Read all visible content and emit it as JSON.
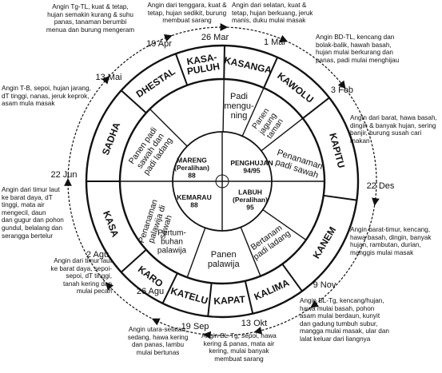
{
  "sectors": [
    {
      "key": "kasa",
      "text": "KASA"
    },
    {
      "key": "karo",
      "text": "KARO"
    },
    {
      "key": "katelu",
      "text": "KATELU"
    },
    {
      "key": "kapat",
      "text": "KAPAT"
    },
    {
      "key": "kalima",
      "text": "KALIMA"
    },
    {
      "key": "kanem",
      "text": "KANEM"
    },
    {
      "key": "kapitu",
      "text": "KAPITU"
    },
    {
      "key": "kawolu",
      "text": "KAWOLU"
    },
    {
      "key": "kasanga",
      "text": "KASANGA"
    },
    {
      "key": "kasapuluh",
      "text": "KASA-\nPULUH"
    },
    {
      "key": "dhestal",
      "text": "DHESTAL"
    },
    {
      "key": "sadha",
      "text": "SADHA"
    }
  ],
  "dates": [
    {
      "key": "d22jun",
      "text": "22 Jun"
    },
    {
      "key": "d2agu",
      "text": "2 Agu"
    },
    {
      "key": "d26agu",
      "text": "26 Agu"
    },
    {
      "key": "d19sep",
      "text": "19 Sep"
    },
    {
      "key": "d13okt",
      "text": "13 Okt"
    },
    {
      "key": "d9nov",
      "text": "9 Nov"
    },
    {
      "key": "d22des",
      "text": "22 Des"
    },
    {
      "key": "d3feb",
      "text": "3 Feb"
    },
    {
      "key": "d1mar",
      "text": "1 Mar"
    },
    {
      "key": "d26mar",
      "text": "26 Mar"
    },
    {
      "key": "d19apr",
      "text": "19 Apr"
    },
    {
      "key": "d13mai",
      "text": "13 Mai"
    }
  ],
  "activities": [
    {
      "key": "padi_menguning",
      "text": "Padi\nmengu-\nning"
    },
    {
      "key": "panen_jagung",
      "text": "Panen\njagung\ntaman"
    },
    {
      "key": "penanaman_padi",
      "text": "Penanaman\npadi sawah"
    },
    {
      "key": "bertanam_padi",
      "text": "Bertanam\npadi ladang"
    },
    {
      "key": "panen_palawija",
      "text": "Panen\npalawija"
    },
    {
      "key": "pertumbuhan",
      "text": "Pertum-\nbuhan\npalawija"
    },
    {
      "key": "penanaman_palawija",
      "text": "Penanaman\npalawija di\nsawah"
    },
    {
      "key": "panen_padi",
      "text": "Panen padi\nsawah dan\npadi ladang"
    }
  ],
  "seasons": [
    {
      "key": "mareng",
      "text": "MARENG\n(Peralihan)\n88"
    },
    {
      "key": "penghujan",
      "text": "PENGHUJAN\n94/95"
    },
    {
      "key": "labuh",
      "text": "LABUH\n(Peralihan)\n95"
    },
    {
      "key": "kemarau",
      "text": "KEMARAU\n88"
    }
  ],
  "notes": [
    {
      "key": "n_top_left",
      "text": "Angin Tg-TL, kuat & tetap,\nhujan semakin kurang & suhu\npanas, tanaman berumbi\nmenua dan burung mengeram"
    },
    {
      "key": "n_top_mid",
      "text": "Angin dari tenggara, kuat &\ntetap, hujan sedikit, burung\nmembuat sarang"
    },
    {
      "key": "n_top_right",
      "text": "Angin dari selatan, kuat &\ntetap, hujan berkuang, jeruk\nmanis, duku mulai masak"
    },
    {
      "key": "n_right_top",
      "text": "Angin BD-TL, kencang dan\nbolak-balik, hawah basah,\nhujan mulai berkurang dan\npanas, padi mulai menghijau"
    },
    {
      "key": "n_right_mid",
      "text": "Angin dari barat, hawa basah,\ndingin & banyak hujan, sering\nbanjir, burung susah cari\nmakan"
    },
    {
      "key": "n_right_low",
      "text": "Angin barat-timur, kencang,\nhawa basah, dingin, banyak\nhujan, rambutan, durian,\nmanggis mulai masak"
    },
    {
      "key": "n_bottom_right",
      "text": "Angin BL-Tg, kencang/hujan,\nhawa mulai basah, pohon\nasam mulai berdaun, kunyit\ndan gadung tumbuh subur,\nmangga mulai masak, ular dan\nlalat keluar dari liangnya"
    },
    {
      "key": "n_bottom_mid",
      "text": "Angin BL-Tg, sepoi, hawa\nkering & panas, mata air\nkering, mulai banyak\nmembuat sarang"
    },
    {
      "key": "n_bottom_left",
      "text": "Angin utara-selatan,\nsedang, hawa kering\ndan panas, lambu\nmulai bertunas"
    },
    {
      "key": "n_left_low2",
      "text": "Angin dari timur laut\nke barat daya, sepoi-\nsepoi, dT tinggi,\ntanah kering dan\nmulai pecah"
    },
    {
      "key": "n_left_low",
      "text": "Angin dari timur laut\nke barat daya, dT\ntinggi, mata air\nmengecil, daun\ndan gugur dan pohon\ngundul, belalang dan\nserangga bertelur"
    },
    {
      "key": "n_left_top",
      "text": "Angin T-B, sepoi, hujan jarang,\ndT tinggi, nanas, jeruk keprok,\nasam mula masak"
    }
  ]
}
